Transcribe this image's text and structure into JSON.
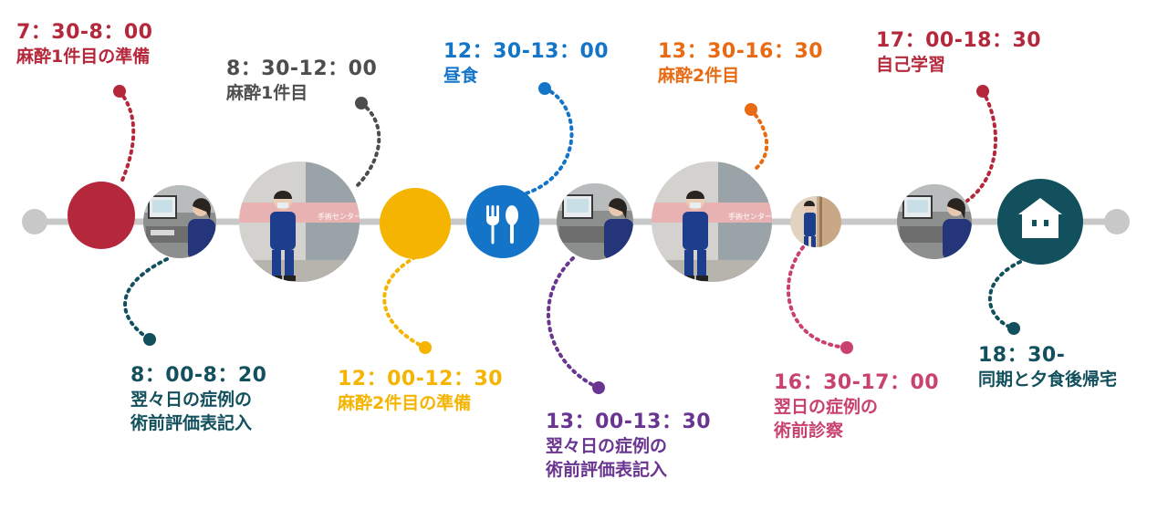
{
  "colors": {
    "timeline_line": "#c8c8c8",
    "crimson": "#b5283c",
    "dark_gray": "#4d4d4d",
    "amber": "#f4b400",
    "blue": "#1475c8",
    "purple": "#6a3590",
    "orange": "#e86a12",
    "pink": "#c8416f",
    "teal": "#12505d"
  },
  "events": [
    {
      "time": "7：30-8：00",
      "lines": [
        "麻酔1件目の準備"
      ],
      "color_key": "crimson"
    },
    {
      "time": "8：00-8：20",
      "lines": [
        "翌々日の症例の",
        "術前評価表記入"
      ],
      "color_key": "teal"
    },
    {
      "time": "8：30-12：00",
      "lines": [
        "麻酔1件目"
      ],
      "color_key": "dark_gray"
    },
    {
      "time": "12：00-12：30",
      "lines": [
        "麻酔2件目の準備"
      ],
      "color_key": "amber"
    },
    {
      "time": "12：30-13：00",
      "lines": [
        "昼食"
      ],
      "color_key": "blue"
    },
    {
      "time": "13：00-13：30",
      "lines": [
        "翌々日の症例の",
        "術前評価表記入"
      ],
      "color_key": "purple"
    },
    {
      "time": "13：30-16：30",
      "lines": [
        "麻酔2件目"
      ],
      "color_key": "orange"
    },
    {
      "time": "16：30-17：00",
      "lines": [
        "翌日の症例の",
        "術前診察"
      ],
      "color_key": "pink"
    },
    {
      "time": "17：00-18：30",
      "lines": [
        "自己学習"
      ],
      "color_key": "crimson"
    },
    {
      "time": "18：30-",
      "lines": [
        "同期と夕食後帰宅"
      ],
      "color_key": "teal"
    }
  ],
  "icons": {
    "lunch": "fork-spoon-icon",
    "home": "house-icon"
  },
  "photo_signage": "手術センター"
}
